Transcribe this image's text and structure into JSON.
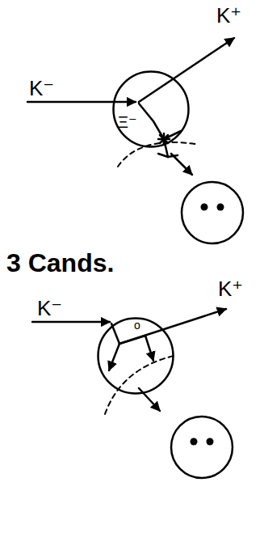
{
  "diagram": {
    "nodes": [
      {
        "text": [
          "Ξ⁻"
        ]
      },
      {
        "text": [
          "o"
        ]
      }
    ],
    "labels": [
      "K⁻",
      "K⁺",
      "3 Cands.",
      "K⁻",
      "K⁺"
    ]
  }
}
